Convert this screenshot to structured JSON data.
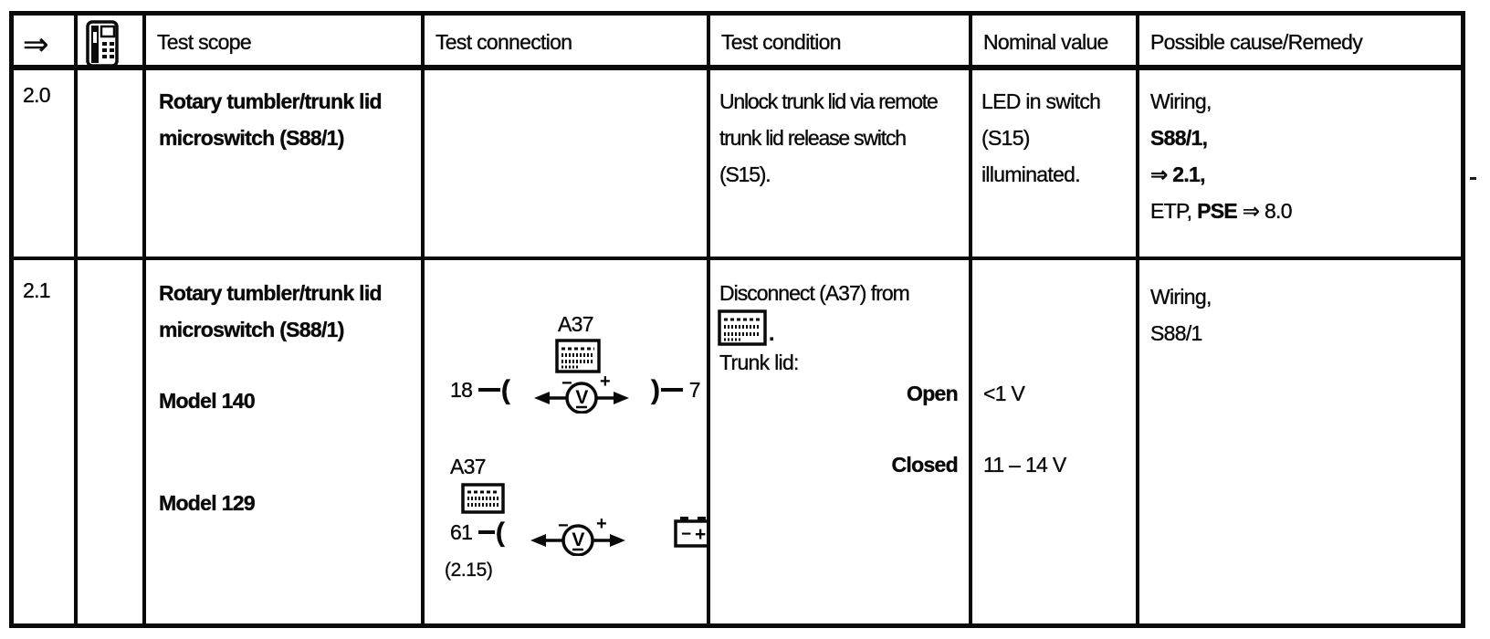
{
  "header": {
    "arrow": "⇒",
    "cols": [
      "Test scope",
      "Test connection",
      "Test condition",
      "Nominal value",
      "Possible cause/Remedy"
    ]
  },
  "icons": {
    "tester": "handheld-tester-icon",
    "module": "connector-module-icon",
    "voltmeter": "voltmeter-icon",
    "battery": "battery-icon"
  },
  "rows": {
    "r20": {
      "num": "2.0",
      "scope_lines": [
        "Rotary tumbler/trunk lid",
        "microswitch (S88/1)"
      ],
      "condition_lines": [
        "Unlock trunk lid via remote",
        "trunk lid release switch",
        "(S15)."
      ],
      "nominal_lines": [
        "LED in switch",
        "(S15)",
        "illuminated."
      ],
      "remedy": {
        "l1": "Wiring,",
        "l2": "S88/1,",
        "l3": "⇒ 2.1,",
        "l4_etp": "ETP,",
        "l4_pse": "PSE",
        "l4_ref": "⇒ 8.0"
      }
    },
    "r21": {
      "num": "2.1",
      "scope_lines": [
        "Rotary tumbler/trunk lid",
        "microswitch (S88/1)"
      ],
      "model_140": "Model 140",
      "model_129": "Model 129",
      "connection": {
        "m140_label": "A37",
        "m140_pin_left": "18",
        "m140_pin_right": "7",
        "m129_label": "A37",
        "m129_pin_left": "61",
        "m129_ref": "(2.15)",
        "meter_letter": "V",
        "meter_minus": "−",
        "meter_plus": "+",
        "battery_minus": "−",
        "battery_plus": "+",
        "paren_left": "(",
        "paren_right": ")"
      },
      "condition": {
        "line1": "Disconnect (A37) from",
        "period": ".",
        "line2": "Trunk lid:",
        "state_open": "Open",
        "state_closed": "Closed"
      },
      "nominal": {
        "open": "<1 V",
        "closed": "11 – 14 V"
      },
      "remedy_lines": [
        "Wiring,",
        "S88/1"
      ]
    }
  }
}
